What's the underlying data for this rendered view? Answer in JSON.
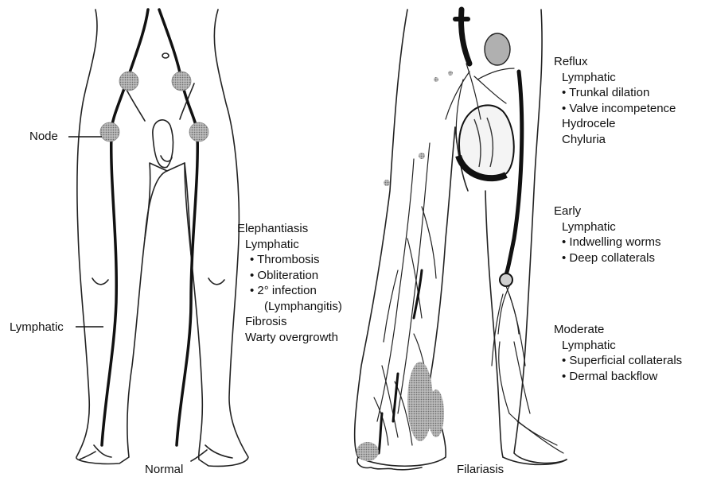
{
  "labels": {
    "node": "Node",
    "lymphatic": "Lymphatic",
    "normal": "Normal",
    "filariasis": "Filariasis"
  },
  "elephantiasis": {
    "title": "Elephantiasis",
    "sub": "Lymphatic",
    "items": [
      "• Thrombosis",
      "• Obliteration",
      "• 2° infection"
    ],
    "item_note": "(Lymphangitis)",
    "extra": [
      "Fibrosis",
      "Warty overgrowth"
    ]
  },
  "reflux": {
    "title": "Reflux",
    "sub": "Lymphatic",
    "items": [
      "• Trunkal dilation",
      "• Valve incompetence"
    ],
    "extra": [
      "Hydrocele",
      "Chyluria"
    ]
  },
  "early": {
    "title": "Early",
    "sub": "Lymphatic",
    "items": [
      "• Indwelling worms",
      "• Deep collaterals"
    ]
  },
  "moderate": {
    "title": "Moderate",
    "sub": "Lymphatic",
    "items": [
      "• Superficial collaterals",
      "• Dermal backflow"
    ]
  }
}
